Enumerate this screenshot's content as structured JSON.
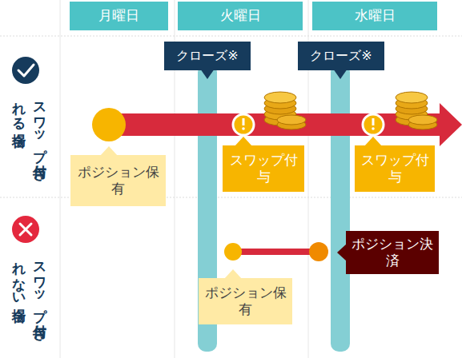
{
  "diagram": {
    "nodes": [
      {
        "text": [
          "月曜日"
        ]
      },
      {
        "text": [
          "火曜日"
        ]
      },
      {
        "text": [
          "水曜日"
        ]
      },
      {
        "text": [
          "クローズ※"
        ]
      },
      {
        "text": [
          "クローズ※"
        ]
      },
      {
        "text": [
          "ポジション保有"
        ]
      },
      {
        "text": [
          "スワップ付与"
        ]
      },
      {
        "text": [
          "スワップ付与"
        ]
      },
      {
        "text": [
          "ポジション決済"
        ]
      },
      {
        "text": [
          "ポジション保有"
        ]
      }
    ],
    "labels": [
      "スワップ付与 される場合",
      "スワップ付与 されない場合"
    ]
  }
}
